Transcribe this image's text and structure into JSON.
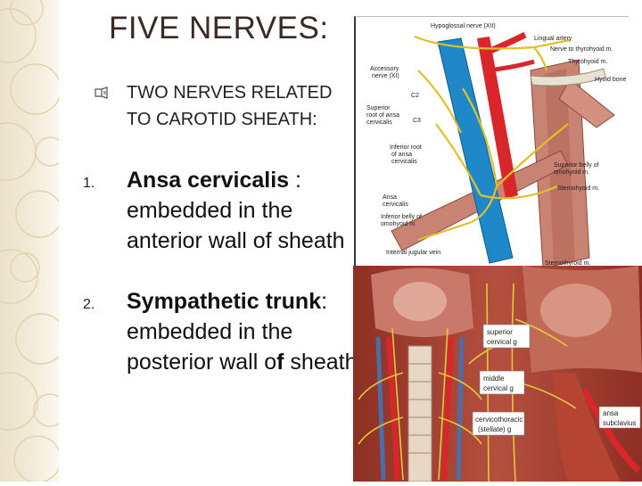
{
  "title": "FIVE NERVES:",
  "intro": "TWO NERVES RELATED TO CAROTID SHEATH:",
  "items": [
    {
      "number": "1.",
      "bold": "Ansa cervicalis",
      "rest": " : embedded in the anterior wall of sheath"
    },
    {
      "number": "2.",
      "bold": "Sympathetic trunk",
      "rest": ": embedded in the posterior wall o",
      "bold_tail": "f",
      "rest2": " sheath"
    }
  ],
  "figure_top": {
    "labels": [
      "Hypoglossal nerve (XII)",
      "Lingual artery",
      "Nerve to thyrohyoid m.",
      "Thyrohyoid m.",
      "Hyoid bone",
      "Accessory",
      "nerve (XI)",
      "C2",
      "Superior",
      "root of ansa",
      "cervicalis",
      "C3",
      "Inferior root",
      "of ansa",
      "cervicalis",
      "Superior belly of",
      "omohyoid m.",
      "Sternohyoid m.",
      "Ansa",
      "cervicalis",
      "Inferior belly of",
      "omohyoid m.",
      "Internal jugular vein",
      "Sternothyroid m."
    ]
  },
  "figure_bottom": {
    "labels": [
      "superior",
      "cervical g",
      "middle",
      "cervical g",
      "cervicothoracic",
      "(stellate) g",
      "ansa",
      "subclavius"
    ]
  },
  "colors": {
    "title": "#3a2a24",
    "vein": "#1e88c8",
    "artery": "#d8262a",
    "nerve": "#e0c02a",
    "muscle": "#c27a6a",
    "tissue": "#9b3a2e"
  }
}
